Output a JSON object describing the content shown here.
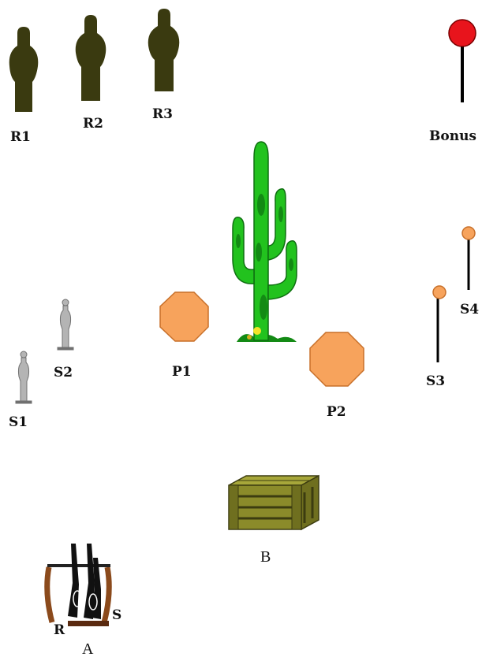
{
  "colors": {
    "rifle_target": "#3a3a10",
    "bonus_plate": "#e8141c",
    "steel_plate": "#f7a35c",
    "steel_plate_stroke": "#c8702a",
    "pistol_target": "#b4b4b4",
    "cactus": "#22c21e",
    "cactus_dark": "#138a14",
    "crate": "#8b8b2a",
    "crate_dark": "#4f4f14",
    "rack_wood": "#8b4a1c"
  },
  "rifle_targets": [
    {
      "id": "R1",
      "label": "R1",
      "icon": "silhouette-target-icon"
    },
    {
      "id": "R2",
      "label": "R2",
      "icon": "silhouette-target-icon"
    },
    {
      "id": "R3",
      "label": "R3",
      "icon": "silhouette-target-icon"
    }
  ],
  "bonus": {
    "label": "Bonus",
    "icon": "red-popper-icon"
  },
  "pistol_targets": [
    {
      "id": "S1",
      "label": "S1",
      "icon": "gray-silhouette-icon"
    },
    {
      "id": "S2",
      "label": "S2",
      "icon": "gray-silhouette-icon"
    }
  ],
  "plates": [
    {
      "id": "P1",
      "label": "P1",
      "icon": "octagon-plate-icon"
    },
    {
      "id": "P2",
      "label": "P2",
      "icon": "octagon-plate-icon"
    }
  ],
  "poppers": [
    {
      "id": "S3",
      "label": "S3",
      "icon": "orange-popper-icon"
    },
    {
      "id": "S4",
      "label": "S4",
      "icon": "orange-popper-icon"
    }
  ],
  "props": {
    "cactus": {
      "icon": "cactus-icon"
    },
    "crate": {
      "label": "B",
      "icon": "wooden-crate-icon"
    },
    "rack": {
      "label": "A",
      "left_label": "R",
      "right_label": "S",
      "icon": "gun-rack-icon"
    }
  }
}
